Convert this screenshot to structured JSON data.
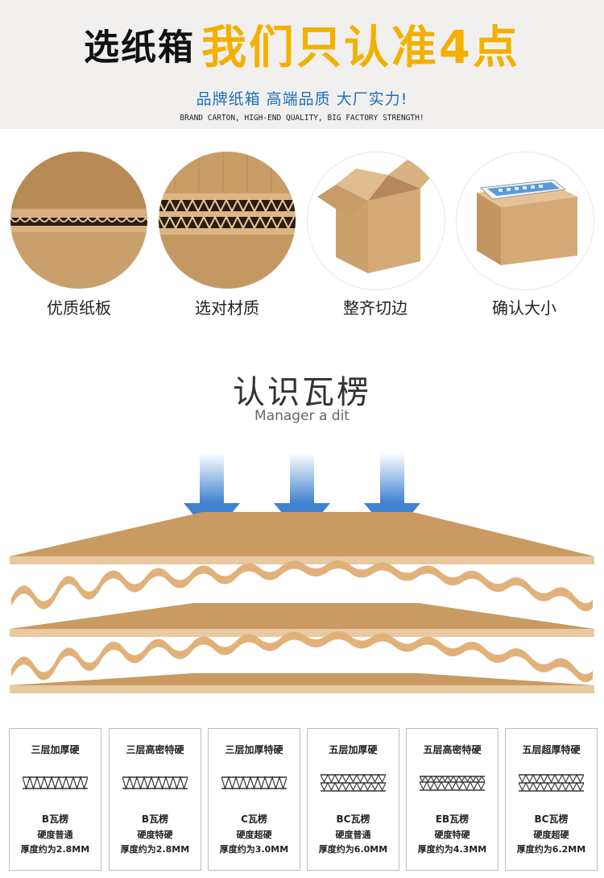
{
  "header": {
    "title_black": "选纸箱",
    "title_gold": "我们只认准4点",
    "subtitle_cn": "品牌纸箱 高端品质 大厂实力!",
    "subtitle_en": "BRAND CARTON, HIGH-END QUALITY, BIG FACTORY STRENGTH!"
  },
  "features": [
    {
      "label": "优质纸板",
      "icon": "single-wall-board-closeup"
    },
    {
      "label": "选对材质",
      "icon": "double-wall-board-closeup"
    },
    {
      "label": "整齐切边",
      "icon": "open-carton-box"
    },
    {
      "label": "确认大小",
      "icon": "carton-with-phone"
    }
  ],
  "section": {
    "title": "认识瓦楞",
    "subtitle": "Manager a dit"
  },
  "colors": {
    "kraft": "#c99a62",
    "kraft_dark": "#a8773f",
    "accent_gold": "#f2b100",
    "accent_blue": "#1f6fb8",
    "arrow_blue": "#3f82d0"
  },
  "cards": [
    {
      "title": "三层加厚硬",
      "name": "B瓦楞",
      "hardness": "硬度普通",
      "thickness": "厚度约为2.8MM"
    },
    {
      "title": "三层高密特硬",
      "name": "B瓦楞",
      "hardness": "硬度特硬",
      "thickness": "厚度约为2.8MM"
    },
    {
      "title": "三层加厚特硬",
      "name": "C瓦楞",
      "hardness": "硬度超硬",
      "thickness": "厚度约为3.0MM"
    },
    {
      "title": "五层加厚硬",
      "name": "BC瓦楞",
      "hardness": "硬度普通",
      "thickness": "厚度约为6.0MM"
    },
    {
      "title": "五层高密特硬",
      "name": "EB瓦楞",
      "hardness": "硬度特硬",
      "thickness": "厚度约为4.3MM"
    },
    {
      "title": "五层超厚特硬",
      "name": "BC瓦楞",
      "hardness": "硬度超硬",
      "thickness": "厚度约为6.2MM"
    }
  ]
}
